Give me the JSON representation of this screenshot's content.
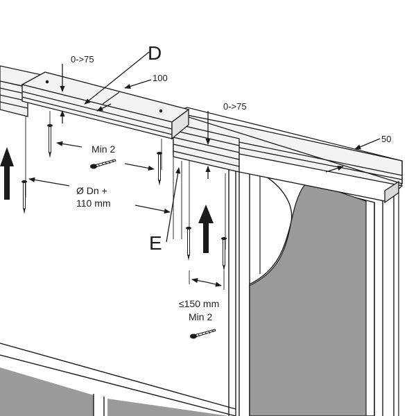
{
  "labels": {
    "D": "D",
    "E": "E",
    "dim_top_left": "0->75",
    "dim_100": "100",
    "dim_top_right": "0->75",
    "dim_50": "50",
    "min2_top": "Min 2",
    "diameter_line1": "Ø Dn +",
    "diameter_line2": "110 mm",
    "spacing": "≤150 mm",
    "min2_bottom": "Min 2"
  },
  "icons": [
    "screw-icon",
    "nail-icon",
    "up-arrow-icon"
  ],
  "colors": {
    "outline": "#1a1a1a",
    "board_fill": "#f3f3f3",
    "board_side": "#e4e4e4",
    "insulation": "#8c8c8c",
    "dark_panel": "#9a9a9a"
  }
}
